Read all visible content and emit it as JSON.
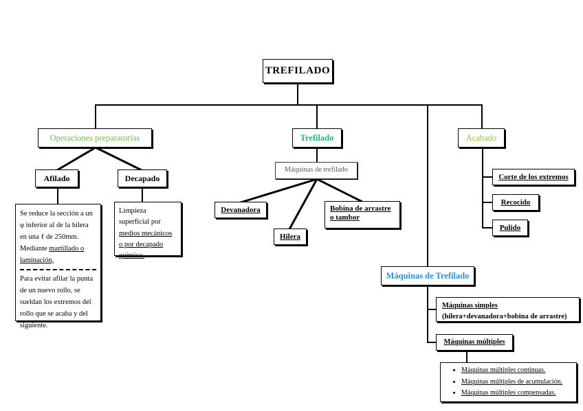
{
  "diagram": {
    "title": "TREFILADO",
    "colors": {
      "green_light": "#6cc24a",
      "green_teal": "#25b473",
      "green_pale": "#8dc63f",
      "blue": "#2e8bd4",
      "gray_text": "#595959",
      "line": "#000000"
    },
    "root": {
      "label": "TREFILADO"
    },
    "branches": {
      "operaciones": {
        "label": "Operaciones preparatorias",
        "children": {
          "afilado": {
            "label": "Afilado"
          },
          "decapado": {
            "label": "Decapado"
          }
        },
        "afilado_desc": {
          "part1": "Se reduce la sección a un φ inferior al de la hilera en una ℓ de 250mm. Mediante ",
          "part1_underlined": "martillado o laminación,",
          "part2": "Para evitar afilar la punta de un nuevo rollo, se sueldan los extremos del rollo que se acaba y del siguiente."
        },
        "decapado_desc": {
          "plain": "Limpieza superficial por ",
          "underlined": "medios mecánicos o por decapado químico."
        }
      },
      "trefilado": {
        "label": "Trefilado",
        "sub": {
          "label": "Máquinas de trefilado"
        },
        "children": [
          {
            "label": "Devanadora"
          },
          {
            "label": "Hilera"
          },
          {
            "label": "Bobina de arrastre o tambor"
          }
        ]
      },
      "acabado": {
        "label": "Acabado",
        "children": [
          {
            "label": "Corte de los extremos"
          },
          {
            "label": "Recocido"
          },
          {
            "label": "Pulido"
          }
        ]
      },
      "maquinas": {
        "label": "Máquinas de Trefilado",
        "simples": {
          "title": "Máquinas simples",
          "detail": "(hilera+devanadora+bobina de arrastre)"
        },
        "multiples": {
          "title": "Máquinas múltiples",
          "items": [
            "Máquinas múltiples continuas.",
            "Máquinas múltiples de acumulación.",
            "Máquinas múltiples compensadas."
          ]
        }
      }
    }
  }
}
